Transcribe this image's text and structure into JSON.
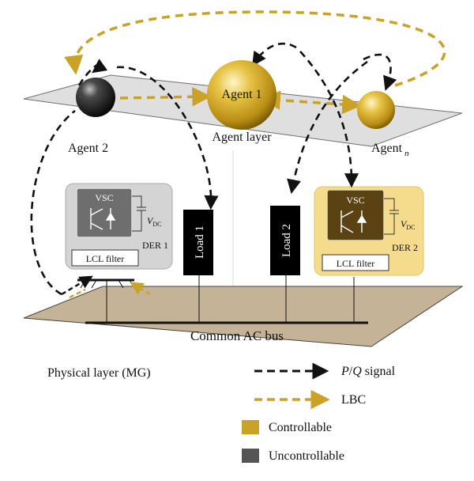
{
  "agents": {
    "agent1": "Agent 1",
    "agent2": "Agent 2",
    "agentn_main": "Agent",
    "agentn_sub": "n"
  },
  "layers": {
    "agent_layer": "Agent layer",
    "physical_layer": "Physical layer (MG)",
    "bus": "Common AC bus"
  },
  "der1": {
    "vsc": "VSC",
    "vdc_main": "V",
    "vdc_sub": "DC",
    "name": "DER 1",
    "filter": "LCL filter"
  },
  "der2": {
    "vsc": "VSC",
    "vdc_main": "V",
    "vdc_sub": "DC",
    "name": "DER 2",
    "filter": "LCL filter"
  },
  "loads": {
    "load1": "Load 1",
    "load2": "Load 2"
  },
  "legend": {
    "pq_p": "P",
    "pq_slash": "/",
    "pq_q": "Q",
    "pq_rest": " signal",
    "lbc": "LBC",
    "controllable": "Controllable",
    "uncontrollable": "Uncontrollable"
  },
  "colors": {
    "gold": "#c9a227",
    "gold_dark": "#8a6a10",
    "black_dash": "#111111",
    "controllable_swatch": "#c9a227",
    "uncontrollable_swatch": "#555555",
    "plane_agent": "#d9d9d9",
    "plane_physical": "#c4b396",
    "der1_box": "#d4d4d4",
    "der2_box": "#f5dc8c",
    "vsc1_fill": "#6e6e6e",
    "vsc2_fill": "#5a4212"
  }
}
